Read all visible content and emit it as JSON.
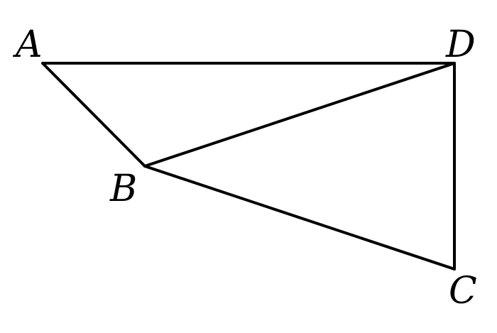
{
  "diagram": {
    "points": [
      {
        "id": "A",
        "label": "A"
      },
      {
        "id": "B",
        "label": "B"
      },
      {
        "id": "C",
        "label": "C"
      },
      {
        "id": "D",
        "label": "D"
      }
    ],
    "segments": [
      [
        "A",
        "D"
      ],
      [
        "A",
        "B"
      ],
      [
        "B",
        "D"
      ],
      [
        "B",
        "C"
      ],
      [
        "D",
        "C"
      ]
    ]
  }
}
